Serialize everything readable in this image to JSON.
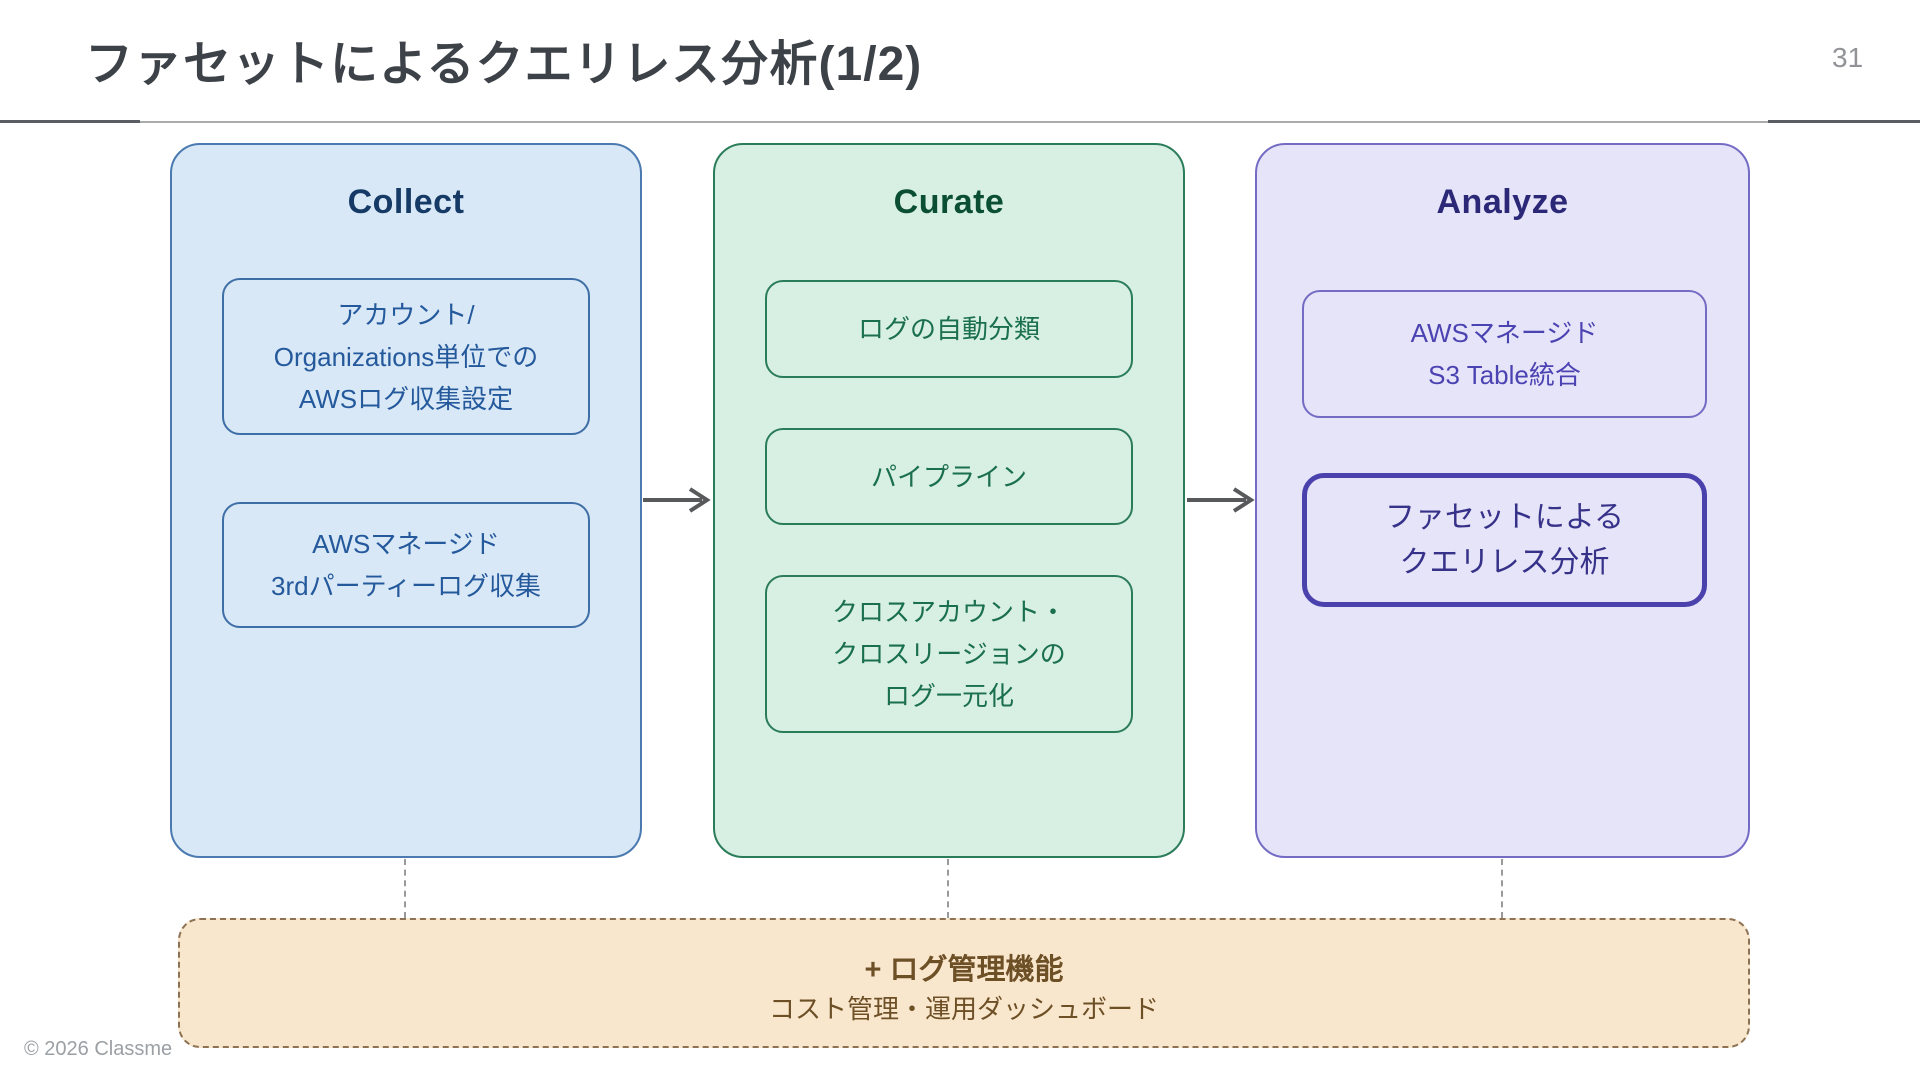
{
  "slide": {
    "title": "ファセットによるクエリレス分析(1/2)",
    "page_number": "31",
    "copyright": "© 2026 Classme"
  },
  "palette": {
    "title_text": "#3d4148",
    "collect_fill": "#d9e8f6",
    "collect_border": "#4a7ab0",
    "collect_heading": "#163a66",
    "collect_text": "#24599c",
    "curate_fill": "#d8efe3",
    "curate_border": "#2b7c59",
    "curate_heading": "#0a4e33",
    "curate_text": "#1a6f4d",
    "analyze_fill": "#e6e4f8",
    "analyze_border": "#746cc4",
    "analyze_heading": "#2c2878",
    "analyze_text": "#4c43b3",
    "analyze_highlight_border": "#4a41ad",
    "analyze_highlight_text": "#363189",
    "footer_fill": "#f9e7cd",
    "footer_border": "#8d7354",
    "footer_text": "#6e5027",
    "arrow": "#58595b",
    "connector": "#9a9a9a"
  },
  "columns": [
    {
      "header": "Collect",
      "items": [
        {
          "lines": [
            "アカウント/",
            "Organizations単位での",
            "AWSログ収集設定"
          ]
        },
        {
          "lines": [
            "AWSマネージド",
            "3rdパーティーログ収集"
          ]
        }
      ]
    },
    {
      "header": "Curate",
      "items": [
        {
          "lines": [
            "ログの自動分類"
          ]
        },
        {
          "lines": [
            "パイプライン"
          ]
        },
        {
          "lines": [
            "クロスアカウント・",
            "クロスリージョンの",
            "ログ一元化"
          ]
        }
      ]
    },
    {
      "header": "Analyze",
      "items": [
        {
          "lines": [
            "AWSマネージド",
            "S3 Table統合"
          ]
        },
        {
          "lines": [
            "ファセットによる",
            "クエリレス分析"
          ],
          "highlight": true
        }
      ]
    }
  ],
  "footer_box": {
    "line1": "+ ログ管理機能",
    "line2": "コスト管理・運用ダッシュボード"
  }
}
